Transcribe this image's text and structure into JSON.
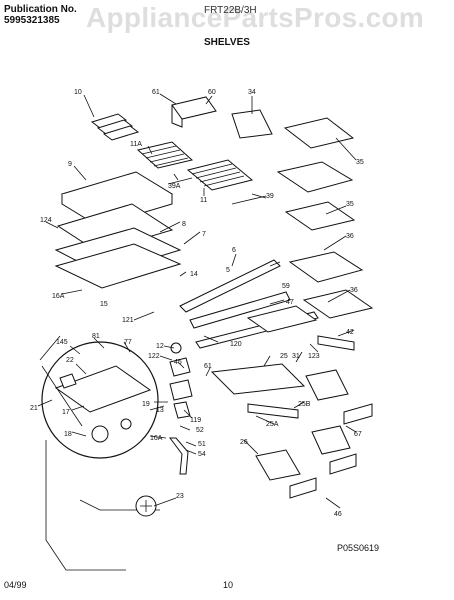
{
  "header": {
    "publication_label": "Publication No.",
    "publication_number": "5995321385",
    "model": "FRT22B/3H",
    "title": "SHELVES",
    "watermark": "AppliancePartsPros.com"
  },
  "footer": {
    "date": "04/99",
    "page": "10",
    "diagram_code": "P05S0619"
  },
  "callouts": [
    "10",
    "61",
    "60",
    "34",
    "35",
    "11A",
    "39A",
    "11",
    "39",
    "9",
    "124",
    "8",
    "7",
    "35",
    "36",
    "6",
    "5",
    "59",
    "14",
    "16A",
    "15",
    "47",
    "36",
    "42",
    "121",
    "120",
    "123",
    "145",
    "22",
    "81",
    "77",
    "12",
    "122",
    "45",
    "61",
    "25",
    "31",
    "21",
    "17",
    "19",
    "13",
    "119",
    "52",
    "25B",
    "18",
    "16A",
    "51",
    "54",
    "25A",
    "26",
    "67",
    "46",
    "23"
  ]
}
